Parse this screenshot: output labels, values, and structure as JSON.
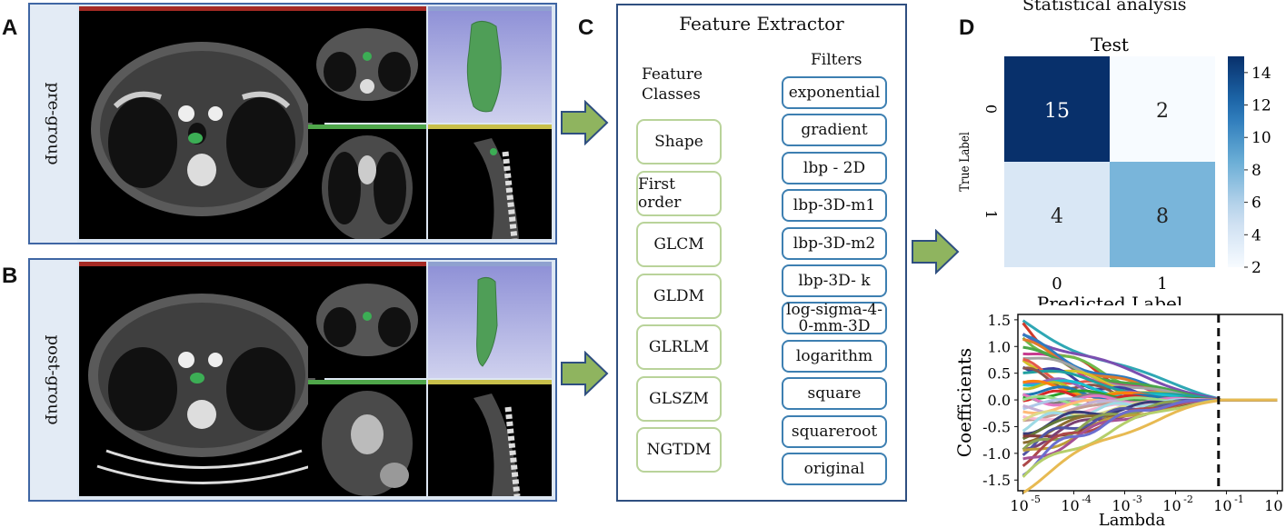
{
  "panels": {
    "a": "A",
    "b": "B",
    "c": "C",
    "d": "D"
  },
  "ct": {
    "pre_label": "pre-group",
    "post_label": "post-group"
  },
  "extractor": {
    "title": "Feature Extractor",
    "classes_header": "Feature\nClasses",
    "classes_header_l1": "Feature",
    "classes_header_l2": "Classes",
    "filters_header": "Filters",
    "classes": [
      "Shape",
      "First order",
      "GLCM",
      "GLDM",
      "GLRLM",
      "GLSZM",
      "NGTDM"
    ],
    "filters": [
      "exponential",
      "gradient",
      "lbp - 2D",
      "lbp-3D-m1",
      "lbp-3D-m2",
      "lbp-3D- k",
      "log-sigma-4-\n0-mm-3D",
      "logarithm",
      "square",
      "squareroot",
      "original"
    ]
  },
  "stats": {
    "title": "Statistical analysis",
    "heatmap_title": "Test",
    "ylabel": "True Label",
    "xlabel": "Predicted Label",
    "colorbar_ticks": [
      "14",
      "12",
      "10",
      "8",
      "6",
      "4",
      "2"
    ],
    "coef_ylabel": "Coefficients",
    "coef_xlabel": "Lambda"
  },
  "chart_data": [
    {
      "type": "heatmap",
      "title": "Test",
      "xlabel": "Predicted Label",
      "ylabel": "True Label",
      "x_ticks": [
        "0",
        "1"
      ],
      "y_ticks": [
        "0",
        "1"
      ],
      "values": [
        [
          15,
          2
        ],
        [
          4,
          8
        ]
      ],
      "colorbar_range": [
        2,
        15
      ],
      "colorbar_ticks": [
        2,
        4,
        6,
        8,
        10,
        12,
        14
      ],
      "colormap": "Blues"
    },
    {
      "type": "line",
      "title": "",
      "xlabel": "Lambda",
      "ylabel": "Coefficients",
      "x_scale": "log",
      "x_ticks": [
        "10^-5",
        "10^-4",
        "10^-3",
        "10^-2",
        "10^-1",
        "10^0"
      ],
      "y_ticks": [
        "1.5",
        "1.0",
        "0.5",
        "0.0",
        "-0.5",
        "-1.0",
        "-1.5"
      ],
      "ylim": [
        -1.7,
        1.6
      ],
      "xlim": [
        -5.1,
        0.1
      ],
      "vline_x": 0.07,
      "series_start_values": [
        1.42,
        1.35,
        1.3,
        1.2,
        1.12,
        1.05,
        0.95,
        0.9,
        0.85,
        0.78,
        0.72,
        0.65,
        0.58,
        0.52,
        0.45,
        0.4,
        0.33,
        0.27,
        0.22,
        0.15,
        0.1,
        0.05,
        0.0,
        -0.05,
        -0.1,
        -0.15,
        -0.2,
        -0.27,
        -0.33,
        -0.4,
        -0.48,
        -0.55,
        -0.62,
        -0.7,
        -0.78,
        -0.85,
        -0.92,
        -1.0,
        -1.05,
        -1.12,
        -1.2,
        -1.3,
        -1.45,
        -1.62
      ],
      "series_colors": [
        "#2fa7b4",
        "#d03a2a",
        "#7b4fb0",
        "#6fba4a",
        "#2e7cc0",
        "#e07b2a",
        "#c83c8f",
        "#4aa64a",
        "#a3a3a3",
        "#d4c22a",
        "#3f3f9f",
        "#e55a4a",
        "#20a0a0",
        "#8c564b",
        "#9467bd",
        "#17becf",
        "#bcbd22",
        "#ff7f0e",
        "#1f77b4",
        "#2ca02c",
        "#d62728",
        "#7f7f7f",
        "#e377c2",
        "#98df8a",
        "#aec7e8",
        "#ffbb78",
        "#c5b0d5",
        "#c49c94",
        "#f7b6d2",
        "#dbdb8d",
        "#9edae5",
        "#393b79",
        "#637939",
        "#8c6d31",
        "#843c39",
        "#7b4173",
        "#5254a3",
        "#8ca252",
        "#bd9e39",
        "#ad494a",
        "#a55194",
        "#6b6ecf",
        "#b5cf6b",
        "#e7ba52"
      ]
    }
  ]
}
